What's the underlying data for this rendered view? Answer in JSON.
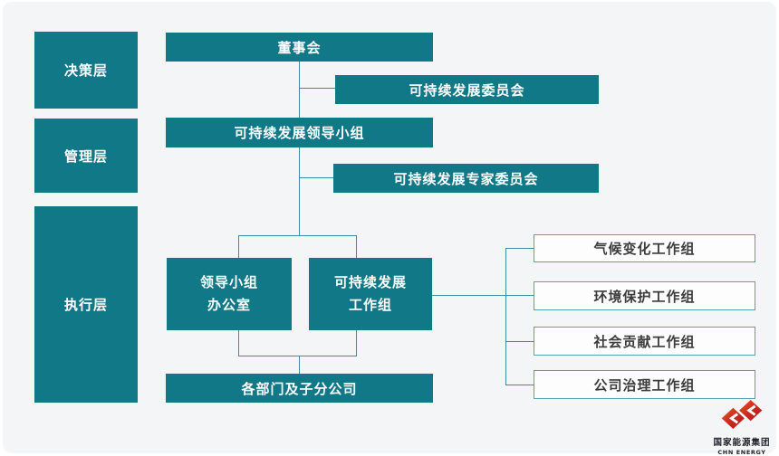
{
  "diagram": {
    "layers": [
      {
        "id": "decision",
        "label": "决策层"
      },
      {
        "id": "management",
        "label": "管理层"
      },
      {
        "id": "execution",
        "label": "执行层"
      }
    ],
    "nodes": {
      "board": "董事会",
      "committee": "可持续发展委员会",
      "leading_group": "可持续发展领导小组",
      "expert_committee": "可持续发展专家委员会",
      "office": "领导小组\n办公室",
      "workgroup": "可持续发展\n工作组",
      "departments": "各部门及子分公司"
    },
    "workgroups": [
      "气候变化工作组",
      "环境保护工作组",
      "社会贡献工作组",
      "公司治理工作组"
    ]
  },
  "logo": {
    "icon": "chn-energy-diamond-mark",
    "name_cn": "国家能源集团",
    "name_en": "CHN ENERGY"
  },
  "colors": {
    "node_teal": "#117888",
    "connector": "#3f8d9e",
    "panel_background": "#f4f5f6",
    "white_box_border": "#55a3b1",
    "white_box_text": "#3c3c3c",
    "logo_red_dark": "#b5161f",
    "logo_red_orange": "#e05a24"
  }
}
